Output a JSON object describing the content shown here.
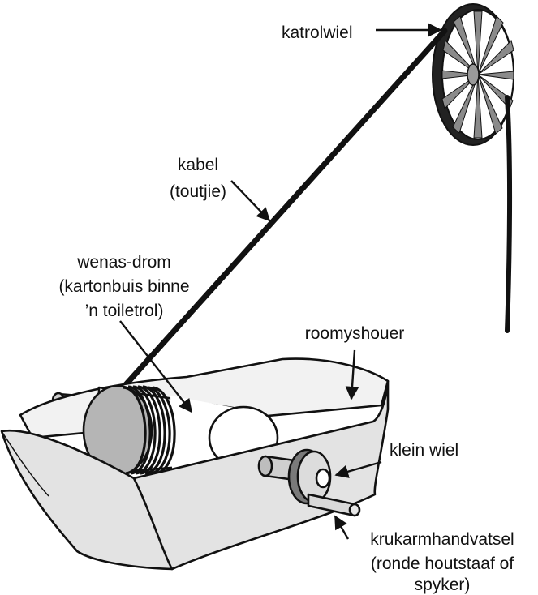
{
  "labels": {
    "katrolwiel": "katrolwiel",
    "kabel": [
      "kabel",
      "(toutjie)"
    ],
    "wenas_drom": [
      "wenas-drom",
      "(kartonbuis binne",
      "’n toiletrol)"
    ],
    "roomyshouer": "roomyshouer",
    "klein_wiel": "klein wiel",
    "krukarm": [
      "krukarmhandvatsel",
      "(ronde houtstaaf of",
      "spyker)"
    ]
  },
  "colors": {
    "outline": "#111111",
    "holder_fill": "#e6e6e6",
    "holder_inside": "#f2f2f2",
    "drum_fill": "#ffffff",
    "drum_band": "#9a9a9a",
    "rod_fill": "#d4d4d4",
    "wheel_fill": "#777777"
  }
}
